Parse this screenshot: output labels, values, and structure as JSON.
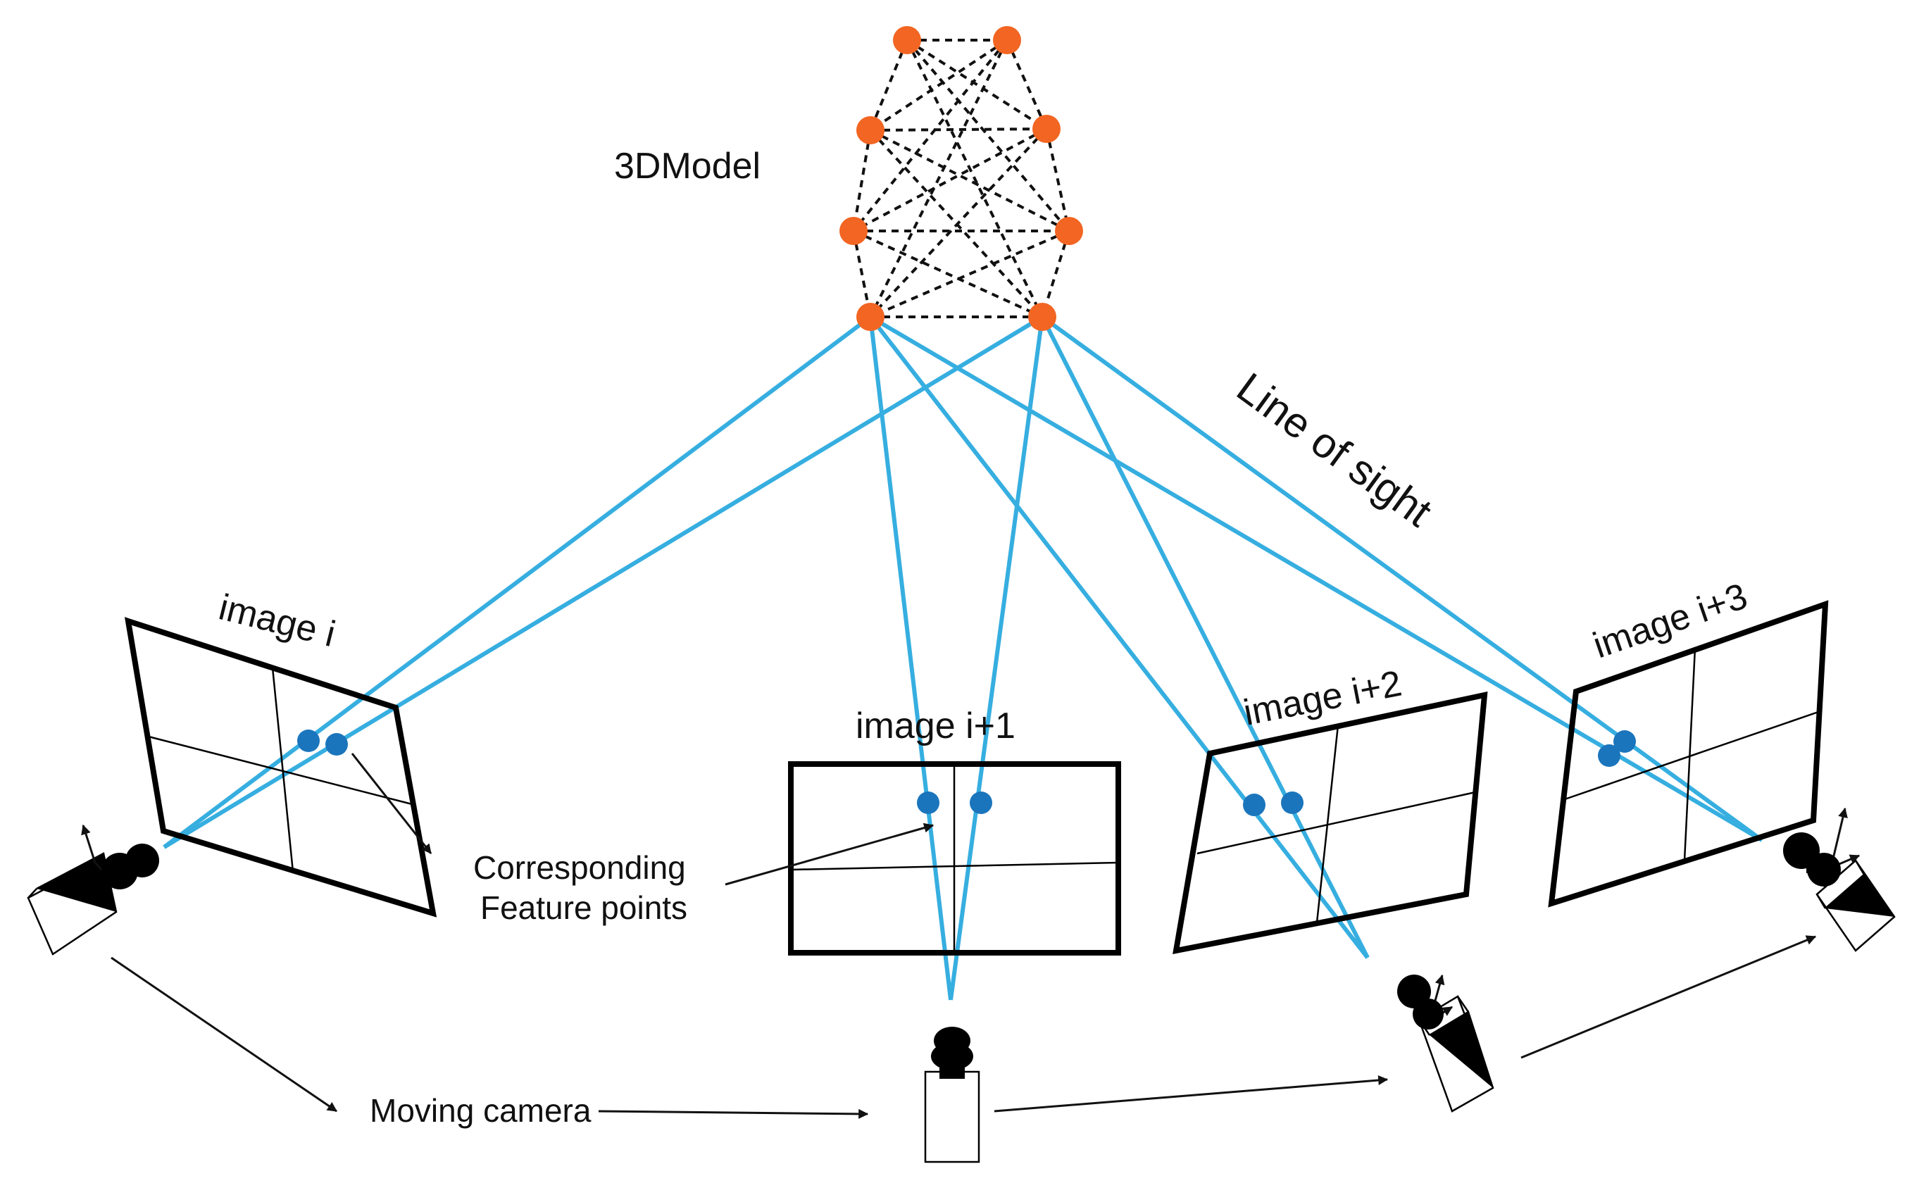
{
  "labels": {
    "model": "3DModel",
    "line_of_sight": "Line of sight",
    "image_i": "image i",
    "image_i1": "image i+1",
    "image_i2": "image i+2",
    "image_i3": "image i+3",
    "corresponding_line1": "Corresponding",
    "corresponding_line2": "Feature points",
    "moving_camera": "Moving camera"
  },
  "colors": {
    "model_label": "#8cc63f",
    "ray": "#36aee0",
    "vertex": "#f26522",
    "feature_point": "#1b75bc",
    "ink": "#000000"
  }
}
